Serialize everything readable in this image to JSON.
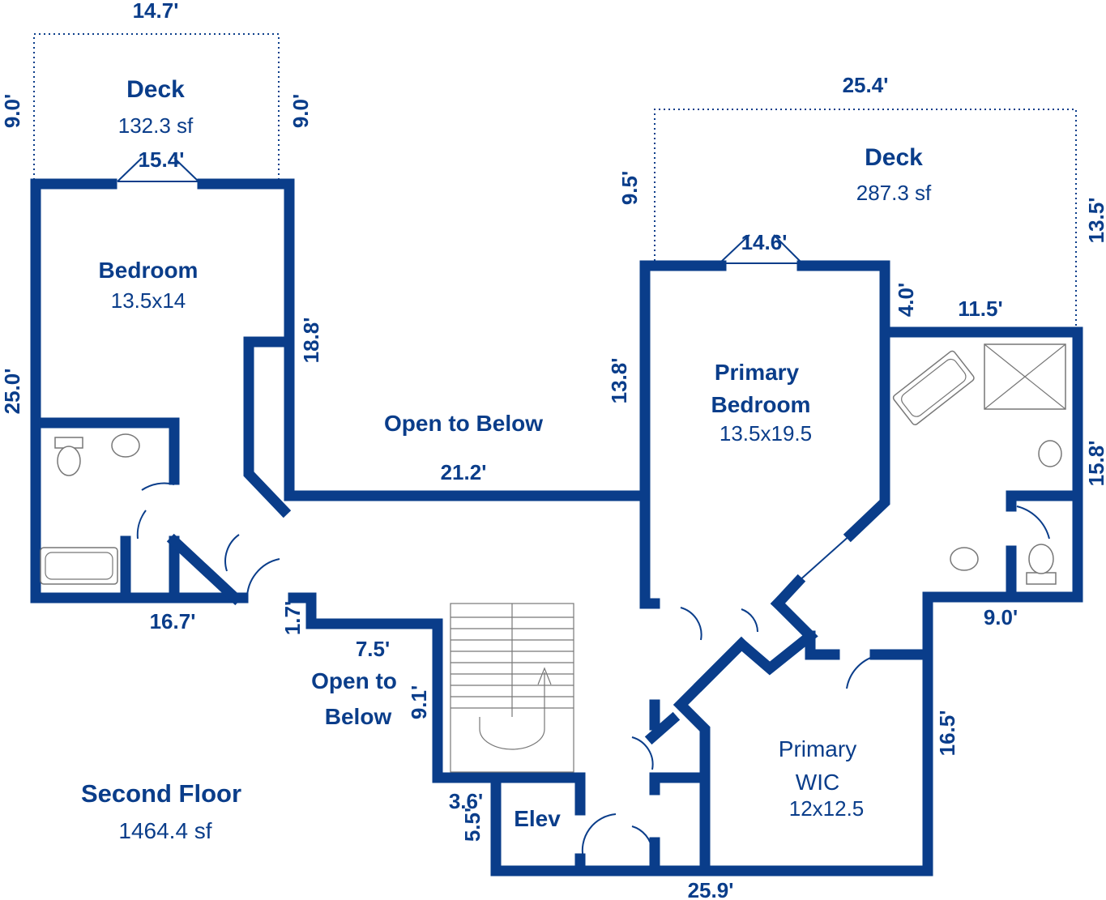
{
  "floor": {
    "name": "Second Floor",
    "area": "1464.4 sf"
  },
  "rooms": {
    "deck_left": {
      "name": "Deck",
      "area": "132.3 sf"
    },
    "deck_right": {
      "name": "Deck",
      "area": "287.3 sf"
    },
    "bedroom": {
      "name": "Bedroom",
      "size": "13.5x14"
    },
    "open_below_main": {
      "name": "Open to Below"
    },
    "open_below_small": {
      "line1": "Open to",
      "line2": "Below"
    },
    "primary_bedroom": {
      "line1": "Primary",
      "line2": "Bedroom",
      "size": "13.5x19.5"
    },
    "primary_wic": {
      "line1": "Primary",
      "line2": "WIC",
      "size": "12x12.5"
    },
    "elevator": {
      "name": "Elev"
    }
  },
  "dimensions": {
    "deck_left_width": "14.7'",
    "deck_left_left": "9.0'",
    "deck_left_right": "9.0'",
    "deck_left_door": "15.4'",
    "bedroom_left": "25.0'",
    "bedroom_bottom": "16.7'",
    "bedroom_right": "18.8'",
    "stair_step": "1.7'",
    "stair_top": "7.5'",
    "stair_left": "9.1'",
    "elev_step": "3.6'",
    "elev_left": "5.5'",
    "open_bottom": "21.2'",
    "primary_left": "13.8'",
    "deck_right_width": "25.4'",
    "deck_right_left": "9.5'",
    "deck_right_right": "13.5'",
    "deck_right_door": "14.6'",
    "bath_step": "4.0'",
    "bath_top": "11.5'",
    "bath_right": "15.8'",
    "bath_bottom": "9.0'",
    "wic_right": "16.5'",
    "bottom_total": "25.9'"
  },
  "colors": {
    "wall": "#0a3d8a",
    "fixture": "#777777",
    "background": "#ffffff"
  }
}
